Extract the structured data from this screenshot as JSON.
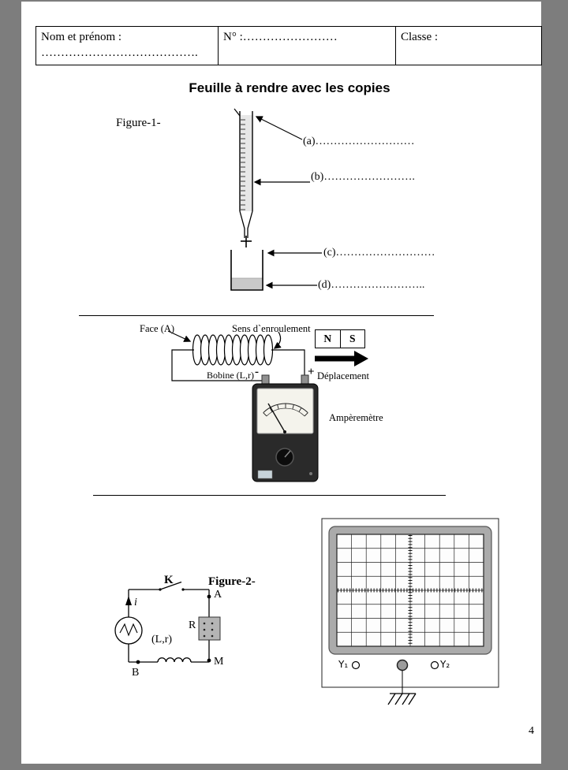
{
  "header": {
    "name_label": "Nom et prénom :",
    "name_dots": "………………………………….",
    "number_label": "N° :……………………",
    "class_label": "Classe :"
  },
  "title": "Feuille à rendre avec les copies",
  "figure1": {
    "label": "Figure-1-",
    "items": {
      "a": "(a)………………………",
      "b": "(b)…………………….",
      "c": "(c)………………………",
      "d": "(d)…………………….."
    }
  },
  "induction": {
    "face": "Face (A)",
    "winding_direction": "Sens d`enroulement",
    "coil": "Bobine (L,r)",
    "magnet": {
      "north": "N",
      "south": "S"
    },
    "displacement": "Déplacement",
    "ammeter": "Ampèremètre",
    "minus": "-",
    "plus": "+"
  },
  "figure2": {
    "label": "Figure-2-",
    "switch": "K",
    "node_a": "A",
    "current": "i",
    "resistor": "R",
    "inductor": "(L,r)",
    "node_m": "M",
    "node_b": "B"
  },
  "oscilloscope": {
    "y1": "Y₁",
    "y2": "Y₂"
  },
  "page_number": "4"
}
